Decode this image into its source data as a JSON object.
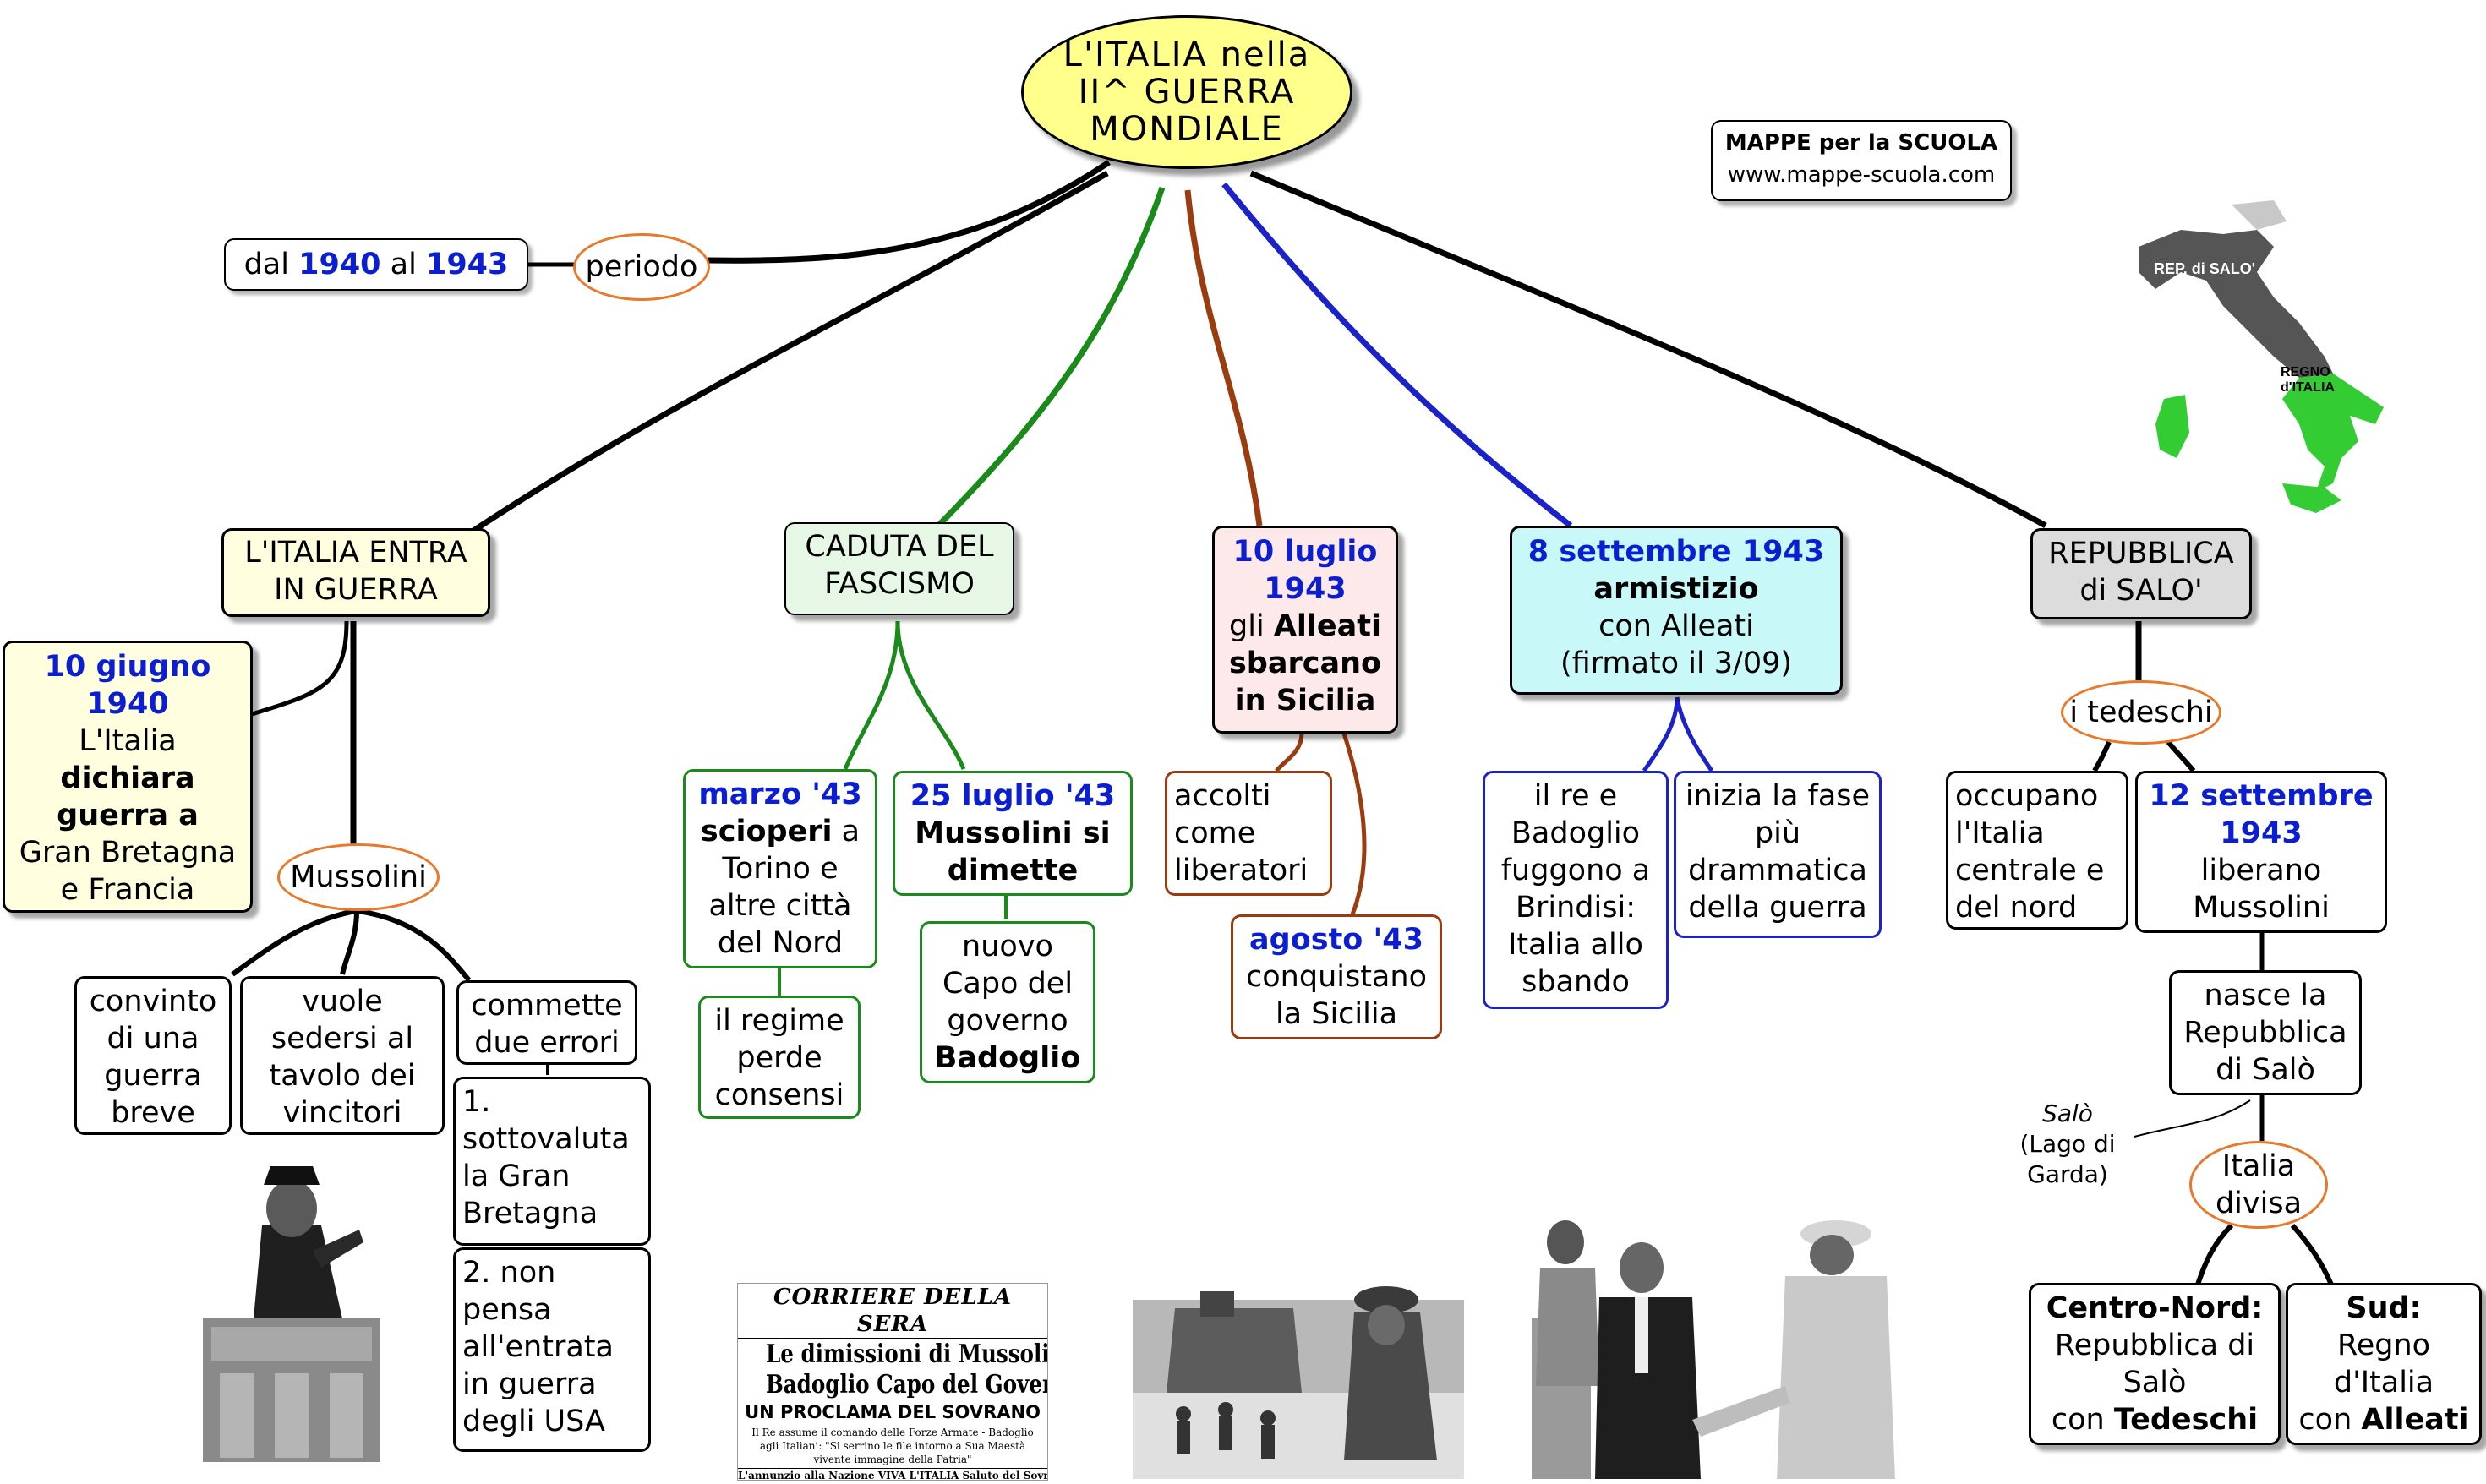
{
  "root": {
    "line1": "L'ITALIA nella",
    "line2": "II^ GUERRA",
    "line3": "MONDIALE"
  },
  "brand": {
    "line1": "MAPPE per la SCUOLA",
    "line2": "www.mappe-scuola.com"
  },
  "periodo": {
    "label": "periodo",
    "box": {
      "p1": "dal ",
      "y1": "1940",
      "p2": " al ",
      "y2": "1943"
    }
  },
  "entra": {
    "title": "L'ITALIA ENTRA IN GUERRA",
    "date_box": {
      "date": "10 giugno 1940",
      "t1": "L'Italia",
      "t2": "dichiara guerra a",
      "t3": "Gran Bretagna e Francia"
    },
    "mussolini": "Mussolini",
    "convinto": "convinto di una guerra breve",
    "vuole": "vuole sedersi al tavolo dei vincitori",
    "commette": "commette due errori",
    "error1": "1. sottovaluta la Gran Bretagna",
    "error2": "2. non pensa all'entrata in guerra degli USA"
  },
  "caduta": {
    "title": "CADUTA DEL FASCISMO",
    "marzo": {
      "date": "marzo '43",
      "b": "scioperi",
      "t1": " a Torino e altre città del Nord"
    },
    "regime": "il regime perde consensi",
    "luglio": {
      "date": "25 luglio '43",
      "b": "Mussolini si dimette"
    },
    "capo": {
      "t1": "nuovo Capo del governo",
      "b": "Badoglio"
    }
  },
  "sicilia": {
    "title": {
      "date": "10 luglio 1943",
      "t1": "gli ",
      "b1": "Alleati sbarcano in Sicilia"
    },
    "accolti": "accolti come liberatori",
    "agosto": {
      "date": "agosto '43",
      "t1": "conquistano la Sicilia"
    }
  },
  "armistizio": {
    "title": {
      "date": "8 settembre 1943",
      "b": "armistizio",
      "t1": "con Alleati",
      "t2": "(firmato il 3/09)"
    },
    "re": "il re e Badoglio fuggono a Brindisi: Italia allo sbando",
    "fase": "inizia la fase più drammatica della guerra"
  },
  "salo": {
    "title": "REPUBBLICA di SALO'",
    "tedeschi": "i tedeschi",
    "occupano": "occupano l'Italia centrale e del nord",
    "settembre": {
      "date": "12 settembre 1943",
      "t1": "liberano Mussolini"
    },
    "nasce": "nasce la Repubblica di Salò",
    "note": {
      "i": "Salò",
      "t": "(Lago di Garda)"
    },
    "divisa": {
      "l1": "Italia",
      "l2": "divisa"
    },
    "nord": {
      "b": "Centro-Nord:",
      "t1": "Repubblica di Salò",
      "t2": "con ",
      "b2": "Tedeschi"
    },
    "sud": {
      "b": "Sud:",
      "t1": "Regno d'Italia",
      "t2": "con ",
      "b2": "Alleati"
    }
  },
  "map": {
    "label_rsi": "REP. di SALO'",
    "label_regno": "REGNO d'ITALIA"
  },
  "newspaper": {
    "masthead": "CORRIERE DELLA SERA",
    "headline1": "Le dimissioni di Mussolini",
    "headline2": "Badoglio Capo del Governo",
    "sub": "UN PROCLAMA DEL SOVRANO",
    "small": "Il Re assume il comando delle Forze Armate - Badoglio agli Italiani: \"Si serrino le file intorno a Sua Maestà vivente immagine della Patria\"",
    "footer": "L'annunzio alla Nazione VIVA L'ITALIA Saluto del Sovrano e del Papa"
  },
  "colors": {
    "green": "#1a8a1a",
    "brown": "#9a3b10",
    "blue": "#1a22c8",
    "date_blue": "#0b1fd1",
    "root_fill": "#ffff8c",
    "oval_border": "#e8782a"
  }
}
